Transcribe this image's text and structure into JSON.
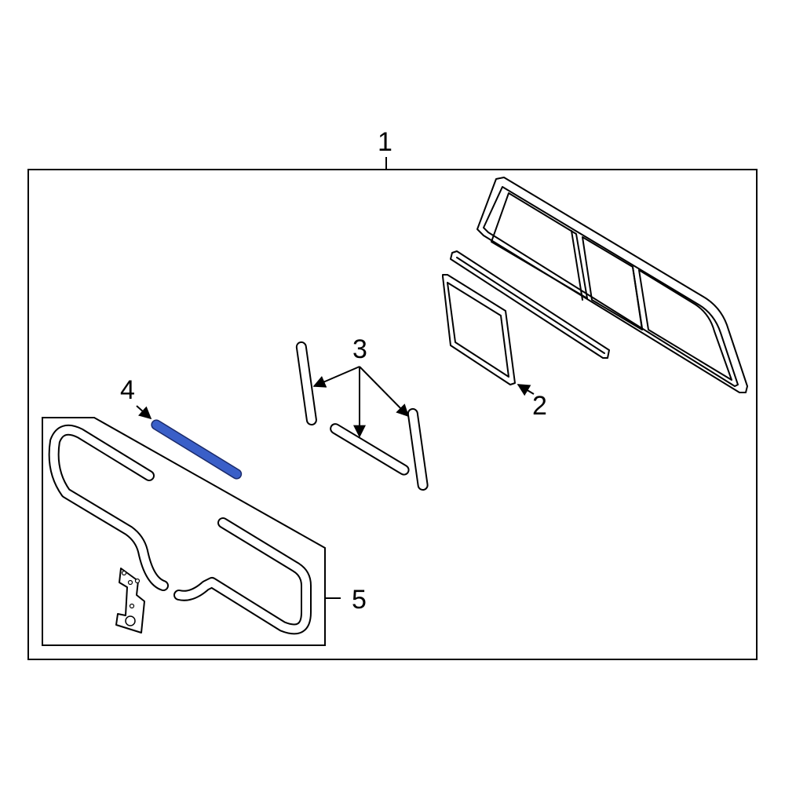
{
  "diagram": {
    "type": "exploded parts diagram",
    "subject": "Back glass (rear window) assembly",
    "highlight_color": "#3a5fc8",
    "callouts": [
      {
        "id": "1",
        "label": "1",
        "describes": "Back glass assembly (overall frame)"
      },
      {
        "id": "2",
        "label": "2",
        "describes": "Sliding glass panel"
      },
      {
        "id": "3",
        "label": "3",
        "describes": "Seals / weatherstrips (three pieces)"
      },
      {
        "id": "4",
        "label": "4",
        "describes": "Seal strip (highlighted)"
      },
      {
        "id": "5",
        "label": "5",
        "describes": "Seal kit with bracket"
      }
    ]
  }
}
